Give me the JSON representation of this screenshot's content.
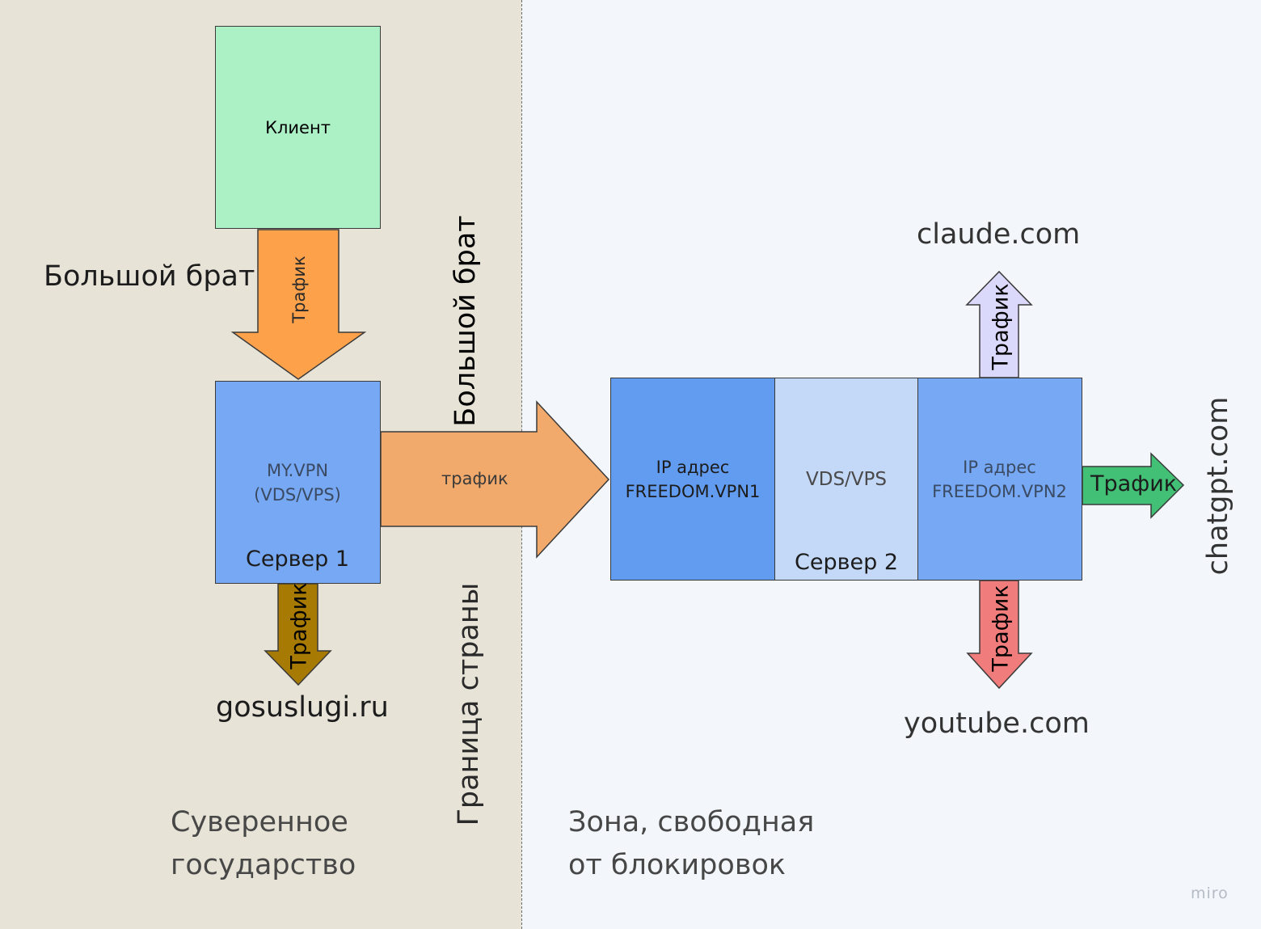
{
  "zones": {
    "sovereign_line1": "Суверенное",
    "sovereign_line2": "государство",
    "free_line1": "Зона, свободная",
    "free_line2": "от блокировок",
    "border_label": "Граница страны",
    "big_brother_vertical": "Большой брат",
    "big_brother_horizontal": "Большой брат"
  },
  "client": {
    "label": "Клиент"
  },
  "server1": {
    "line1": "MY.VPN",
    "line2": "(VDS/VPS)",
    "caption": "Сервер 1"
  },
  "server2": {
    "ip1_line1": "IP адрес",
    "ip1_line2": "FREEDOM.VPN1",
    "middle": "VDS/VPS",
    "caption": "Сервер 2",
    "ip2_line1": "IP адрес",
    "ip2_line2": "FREEDOM.VPN2"
  },
  "arrows": {
    "client_to_server1": "Трафик",
    "server1_to_server2": "трафик",
    "to_gosuslugi": "Трафик",
    "to_claude": "Трафик",
    "to_youtube": "Трафик",
    "to_chatgpt": "Трафик"
  },
  "destinations": {
    "gosuslugi": "gosuslugi.ru",
    "claude": "claude.com",
    "youtube": "youtube.com",
    "chatgpt": "chatgpt.com"
  },
  "watermark": "miro",
  "colors": {
    "left_zone": "#e7e3d7",
    "right_zone": "#f3f7fc",
    "client_box": "#acf0c6",
    "server1_box": "#77a8f4",
    "freedom_vpn1": "#629cf0",
    "vds_middle": "#c4d8f7",
    "freedom_vpn2": "#77a8f4",
    "arrow_orange": "#fda24b",
    "arrow_salmon": "#f2aa6c",
    "arrow_brown": "#a77a04",
    "arrow_lavender": "#dad9fb",
    "arrow_red": "#f07c7c",
    "arrow_green": "#42c176"
  }
}
